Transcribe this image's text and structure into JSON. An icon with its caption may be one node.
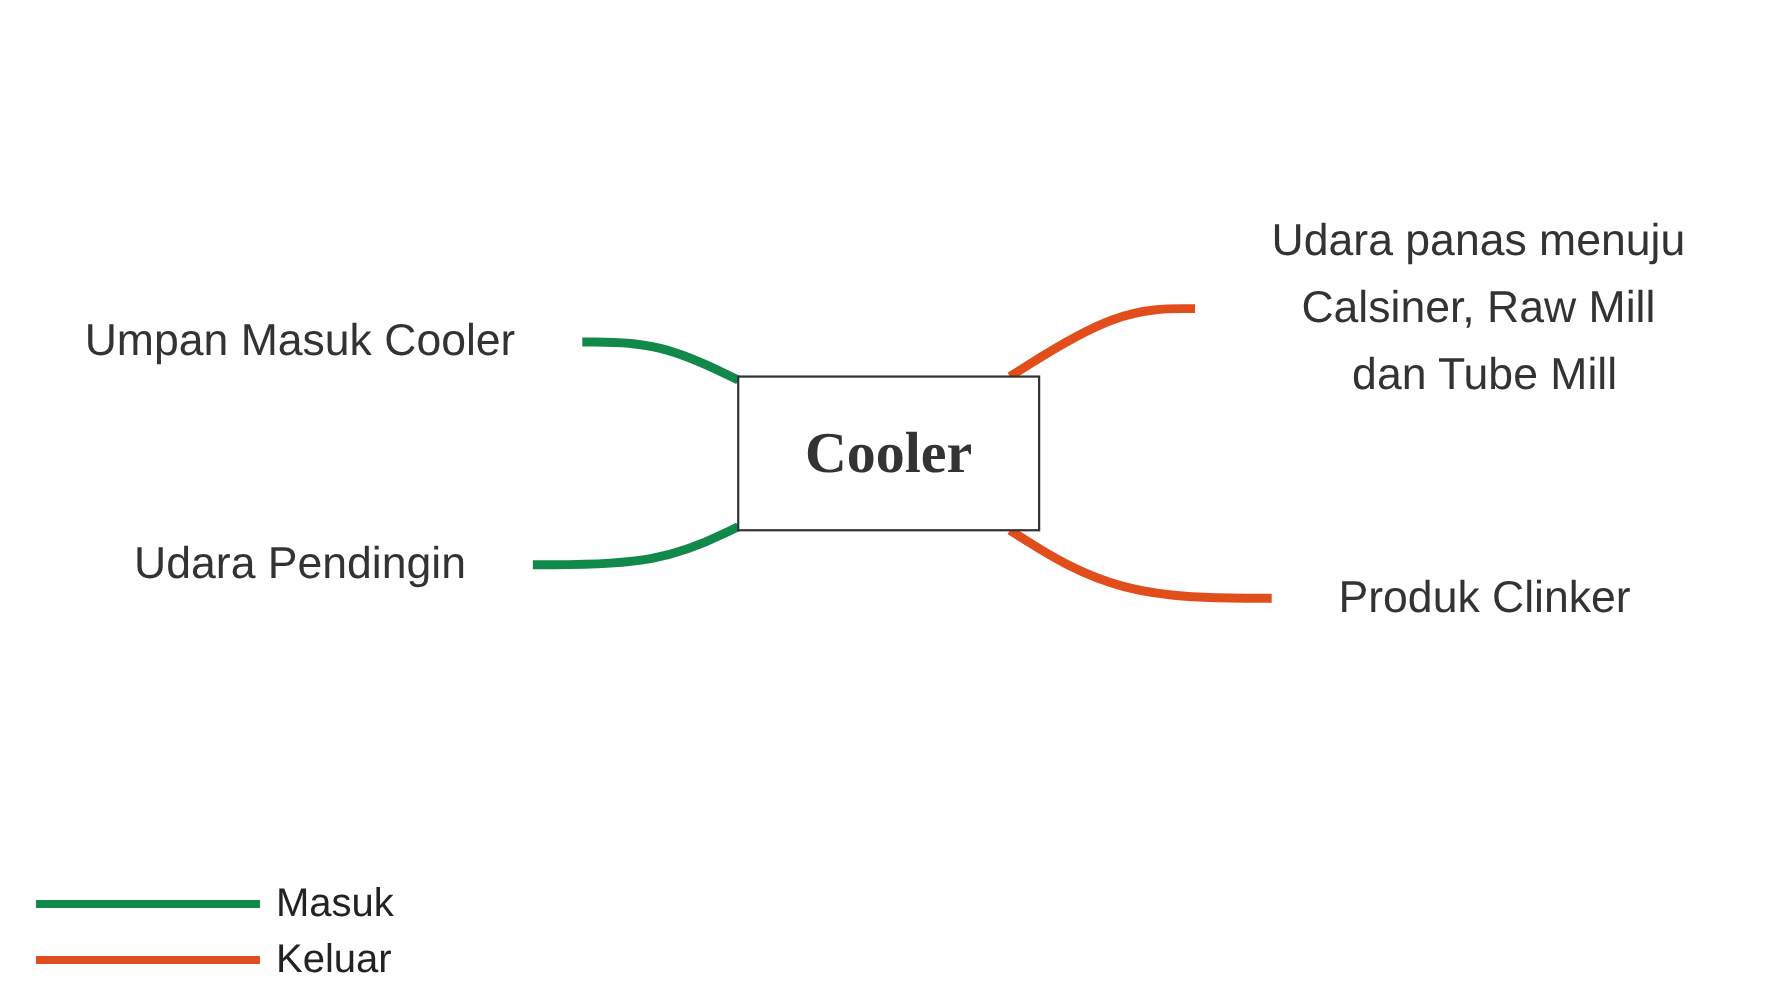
{
  "diagram": {
    "nodes": [
      {
        "text": [
          "Udara panas menuju Calsiner, Raw Mill dan Tube Mill"
        ]
      },
      {
        "text": [
          "Umpan Masuk Cooler"
        ]
      },
      {
        "text": [
          "Cooler"
        ]
      },
      {
        "text": [
          "Produk Clinker"
        ]
      },
      {
        "text": [
          "Udara Pendingin"
        ]
      }
    ],
    "edges": [
      {
        "from": 1,
        "to": 2,
        "arrow": "none",
        "color": "#11894a"
      },
      {
        "from": 4,
        "to": 2,
        "arrow": "none",
        "color": "#11894a"
      },
      {
        "from": 2,
        "to": 0,
        "arrow": "none",
        "color": "#e24e1b"
      },
      {
        "from": 2,
        "to": 3,
        "arrow": "none",
        "color": "#e24e1b"
      }
    ],
    "legend": [
      {
        "text": "Masuk"
      },
      {
        "text": "Keluar"
      }
    ]
  }
}
